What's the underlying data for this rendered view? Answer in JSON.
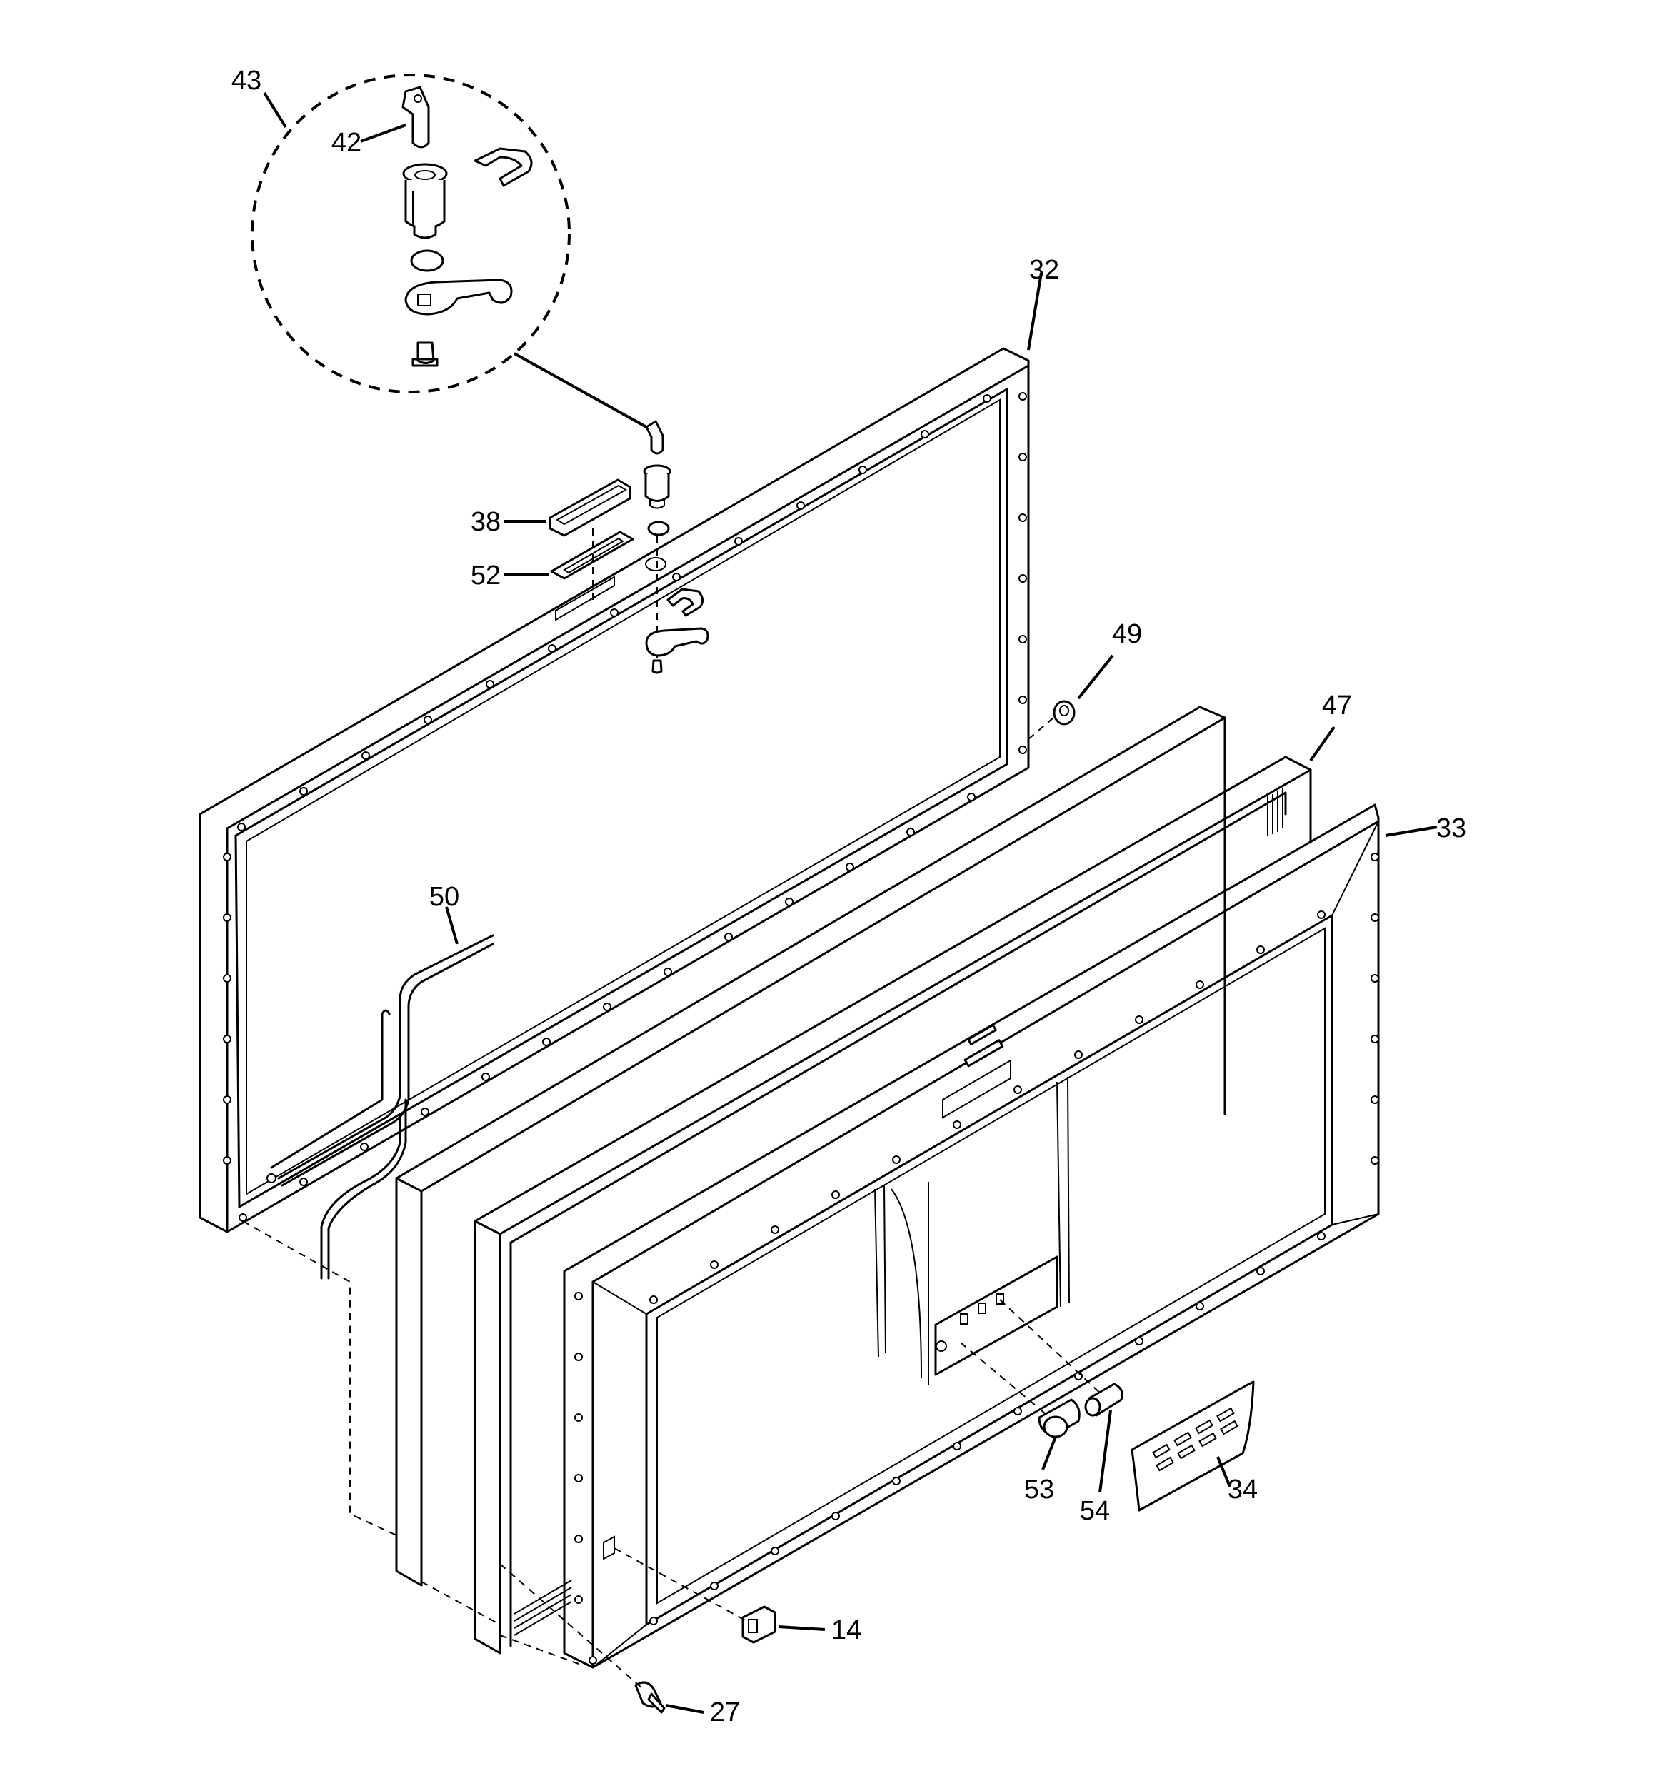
{
  "diagram": {
    "callouts": [
      {
        "id": "43",
        "label": "43"
      },
      {
        "id": "42",
        "label": "42"
      },
      {
        "id": "32",
        "label": "32"
      },
      {
        "id": "38",
        "label": "38"
      },
      {
        "id": "52",
        "label": "52"
      },
      {
        "id": "49",
        "label": "49"
      },
      {
        "id": "47",
        "label": "47"
      },
      {
        "id": "33",
        "label": "33"
      },
      {
        "id": "50",
        "label": "50"
      },
      {
        "id": "53",
        "label": "53"
      },
      {
        "id": "54",
        "label": "54"
      },
      {
        "id": "34",
        "label": "34"
      },
      {
        "id": "14",
        "label": "14"
      },
      {
        "id": "27",
        "label": "27"
      }
    ]
  }
}
